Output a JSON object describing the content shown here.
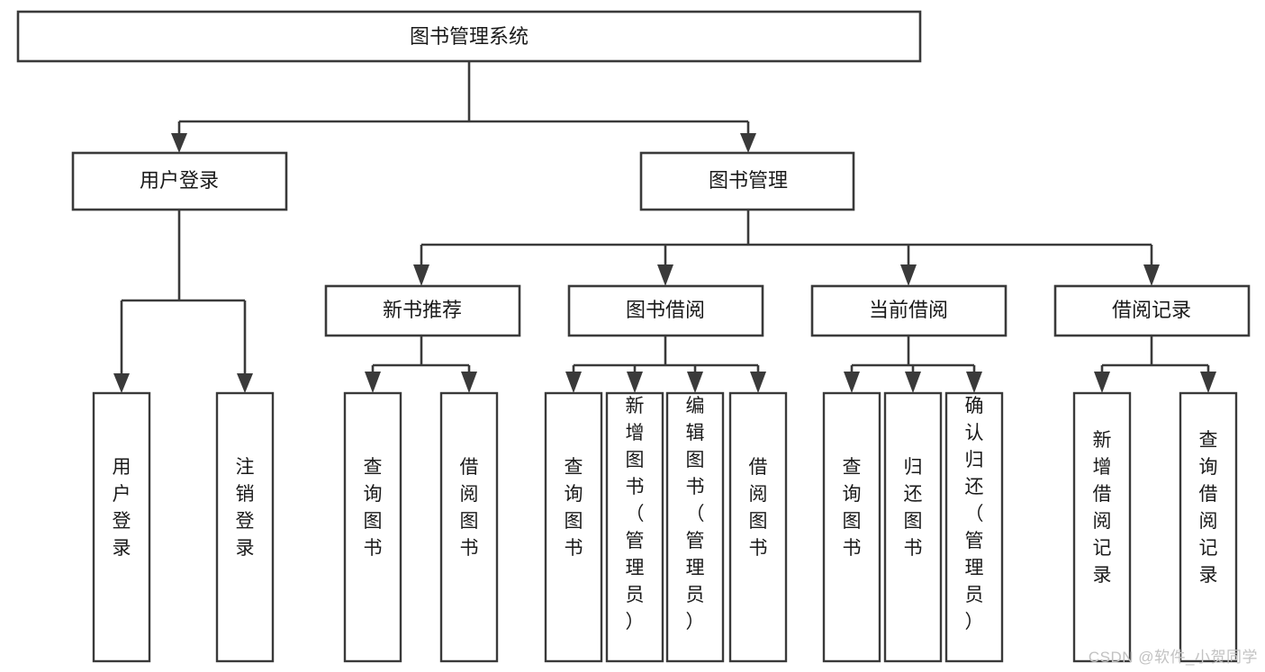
{
  "diagram": {
    "type": "tree-hierarchy-flowchart",
    "title": "图书管理系统",
    "root": {
      "id": "root",
      "label": "图书管理系统",
      "orientation": "horizontal"
    },
    "level1": [
      {
        "id": "user-login",
        "label": "用户登录",
        "orientation": "horizontal"
      },
      {
        "id": "book-management",
        "label": "图书管理",
        "orientation": "horizontal"
      }
    ],
    "level2": [
      {
        "id": "new-book-recommend",
        "label": "新书推荐",
        "parent": "book-management",
        "orientation": "horizontal"
      },
      {
        "id": "book-borrow",
        "label": "图书借阅",
        "parent": "book-management",
        "orientation": "horizontal"
      },
      {
        "id": "current-borrow",
        "label": "当前借阅",
        "parent": "book-management",
        "orientation": "horizontal"
      },
      {
        "id": "borrow-record",
        "label": "借阅记录",
        "parent": "book-management",
        "orientation": "horizontal"
      }
    ],
    "leaves": [
      {
        "id": "leaf-user-login",
        "label": "用户登录",
        "parent": "user-login",
        "orientation": "vertical"
      },
      {
        "id": "leaf-user-logout",
        "label": "注销登录",
        "parent": "user-login",
        "orientation": "vertical"
      },
      {
        "id": "leaf-query-book-1",
        "label": "查询图书",
        "parent": "new-book-recommend",
        "orientation": "vertical"
      },
      {
        "id": "leaf-borrow-book-1",
        "label": "借阅图书",
        "parent": "new-book-recommend",
        "orientation": "vertical"
      },
      {
        "id": "leaf-query-book-2",
        "label": "查询图书",
        "parent": "book-borrow",
        "orientation": "vertical"
      },
      {
        "id": "leaf-add-book",
        "label": "新增图书（管理员）",
        "parent": "book-borrow",
        "orientation": "vertical"
      },
      {
        "id": "leaf-edit-book",
        "label": "编辑图书（管理员）",
        "parent": "book-borrow",
        "orientation": "vertical"
      },
      {
        "id": "leaf-borrow-book-2",
        "label": "借阅图书",
        "parent": "book-borrow",
        "orientation": "vertical"
      },
      {
        "id": "leaf-query-book-3",
        "label": "查询图书",
        "parent": "current-borrow",
        "orientation": "vertical"
      },
      {
        "id": "leaf-return-book",
        "label": "归还图书",
        "parent": "current-borrow",
        "orientation": "vertical"
      },
      {
        "id": "leaf-confirm-return",
        "label": "确认归还（管理员）",
        "parent": "current-borrow",
        "orientation": "vertical"
      },
      {
        "id": "leaf-add-record",
        "label": "新增借阅记录",
        "parent": "borrow-record",
        "orientation": "vertical"
      },
      {
        "id": "leaf-query-record",
        "label": "查询借阅记录",
        "parent": "borrow-record",
        "orientation": "vertical"
      }
    ],
    "colors": {
      "stroke": "#3a3a3a",
      "fill": "#ffffff",
      "text": "#1a1a1a",
      "watermark": "#c2c2c2",
      "background": "#ffffff"
    }
  },
  "watermark": {
    "text": "CSDN @软件_小贺同学"
  }
}
